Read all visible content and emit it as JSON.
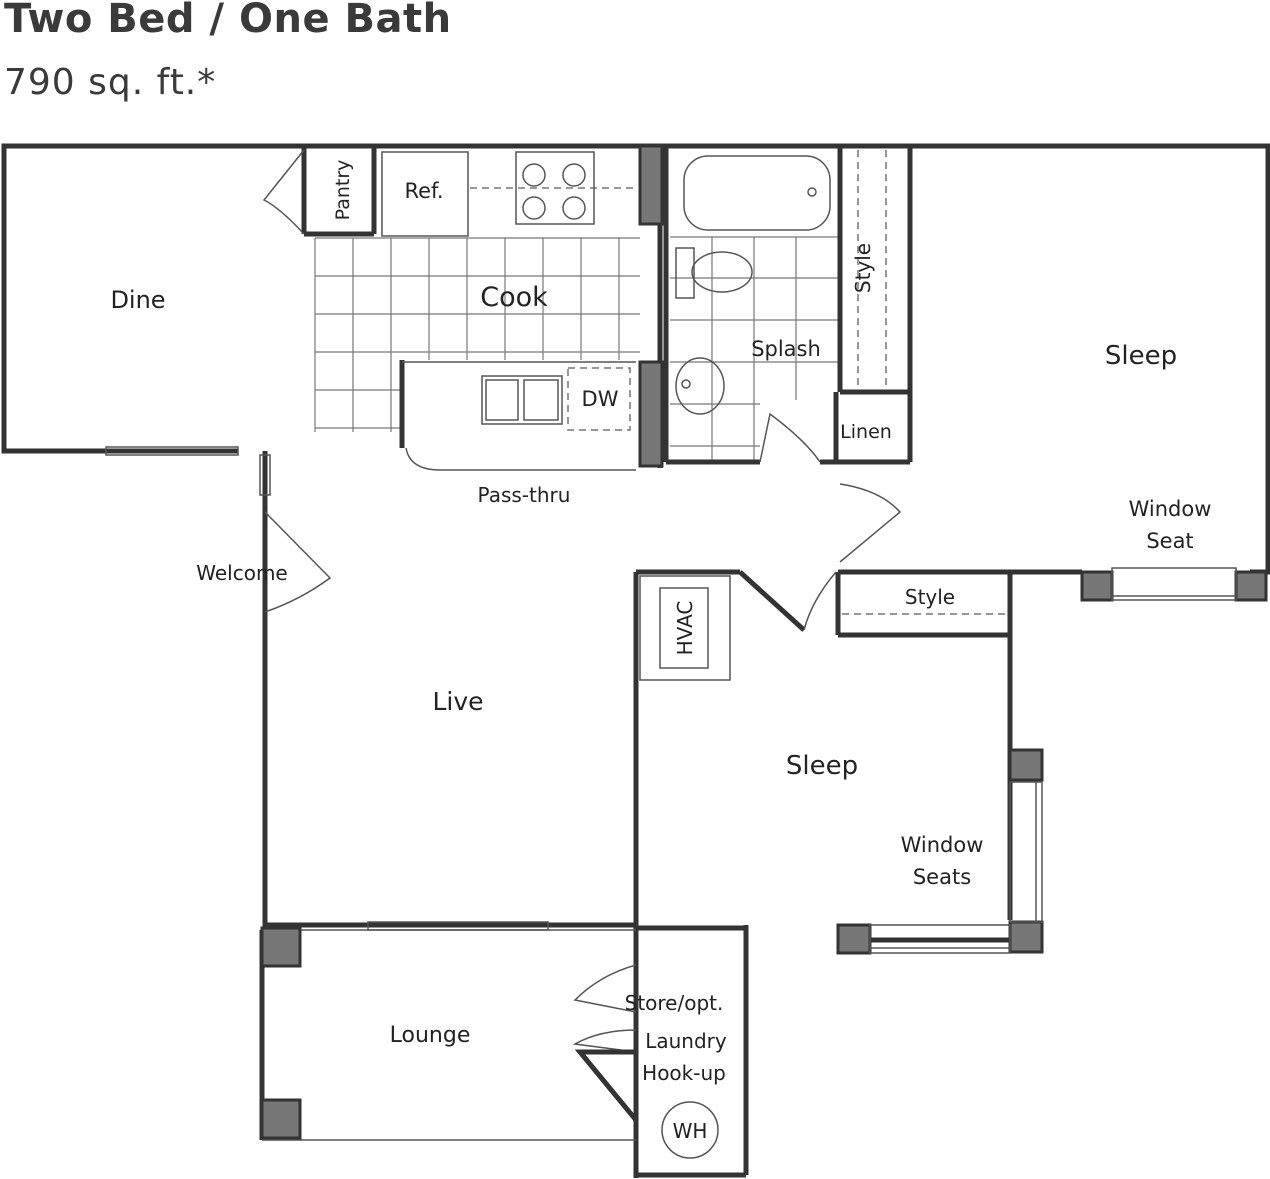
{
  "header": {
    "title": "Two Bed / One Bath",
    "subtitle": "790 sq. ft.*"
  },
  "rooms": {
    "dine": "Dine",
    "cook": "Cook",
    "pantry": "Pantry",
    "ref": "Ref.",
    "dw": "DW",
    "pass_thru": "Pass-thru",
    "welcome": "Welcome",
    "live": "Live",
    "splash": "Splash",
    "style_bath": "Style",
    "linen": "Linen",
    "sleep_main": "Sleep",
    "window_seat": [
      "Window",
      "Seat"
    ],
    "hvac": "HVAC",
    "style_bed2": "Style",
    "sleep_second": "Sleep",
    "window_seats": [
      "Window",
      "Seats"
    ],
    "lounge": "Lounge",
    "store": [
      "Store/opt.",
      "Laundry",
      "Hook-up"
    ],
    "wh": "WH"
  }
}
